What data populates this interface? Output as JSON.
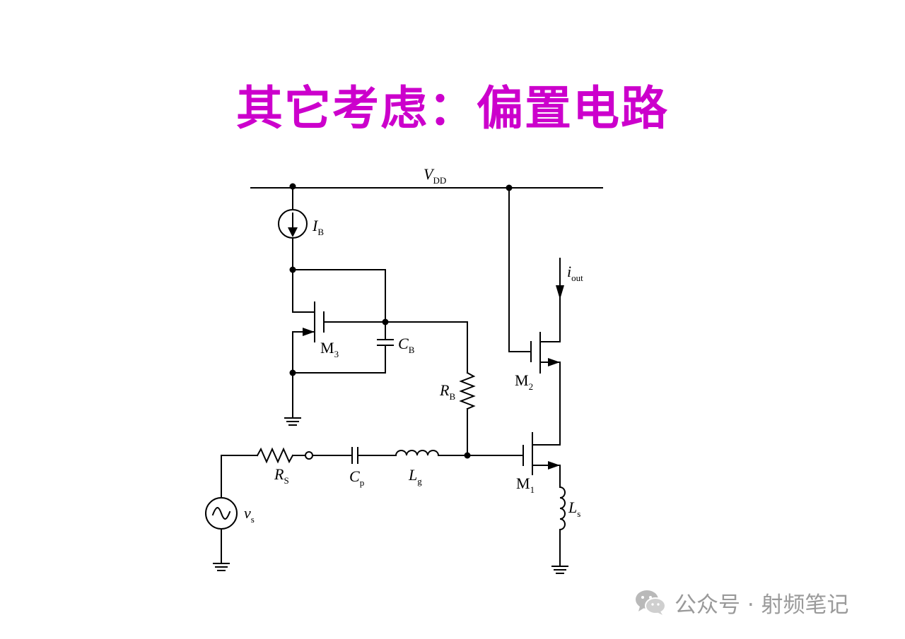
{
  "slide": {
    "title": "其它考虑：偏置电路",
    "title_color": "#cc00cc"
  },
  "schematic": {
    "labels": {
      "vdd": "V",
      "vdd_sub": "DD",
      "ib": "I",
      "ib_sub": "B",
      "m3": "M",
      "m3_sub": "3",
      "cb": "C",
      "cb_sub": "B",
      "rb": "R",
      "rb_sub": "B",
      "iout": "i",
      "iout_sub": "out",
      "m2": "M",
      "m2_sub": "2",
      "m1": "M",
      "m1_sub": "1",
      "rs": "R",
      "rs_sub": "S",
      "cp": "C",
      "cp_sub": "p",
      "lg": "L",
      "lg_sub": "g",
      "ls": "L",
      "ls_sub": "s",
      "vs": "v",
      "vs_sub": "s"
    }
  },
  "watermark": {
    "icon": "wechat-icon",
    "text": "公众号 · 射频笔记",
    "color": "#9a9a9a"
  }
}
